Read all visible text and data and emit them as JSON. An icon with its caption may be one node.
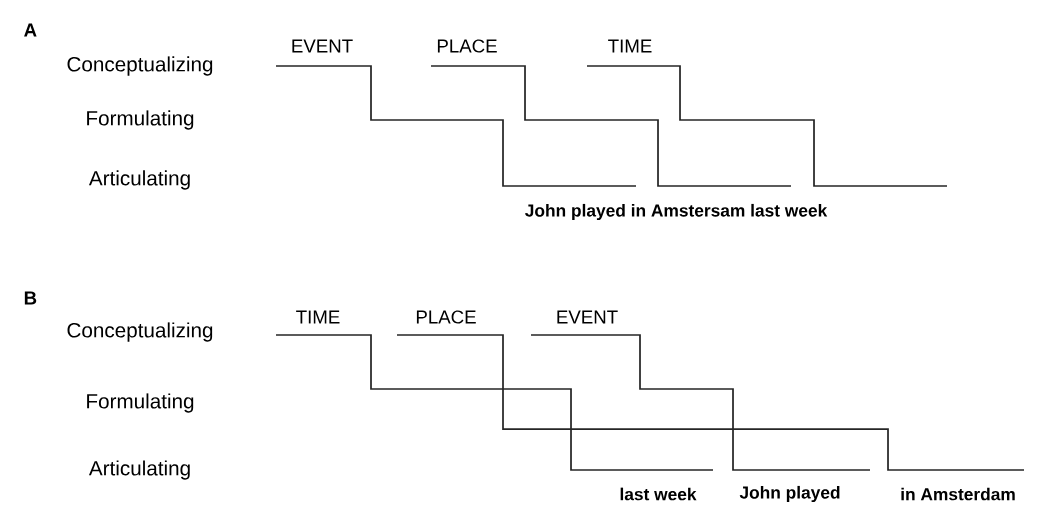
{
  "diagram": {
    "labels": [
      "A",
      "EVENT",
      "PLACE",
      "TIME",
      "Conceptualizing",
      "Formulating",
      "Articulating",
      "John played in Amstersam last week",
      "B",
      "TIME",
      "PLACE",
      "EVENT",
      "Conceptualizing",
      "Formulating",
      "Articulating",
      "last week",
      "John played",
      "in Amsterdam"
    ]
  }
}
